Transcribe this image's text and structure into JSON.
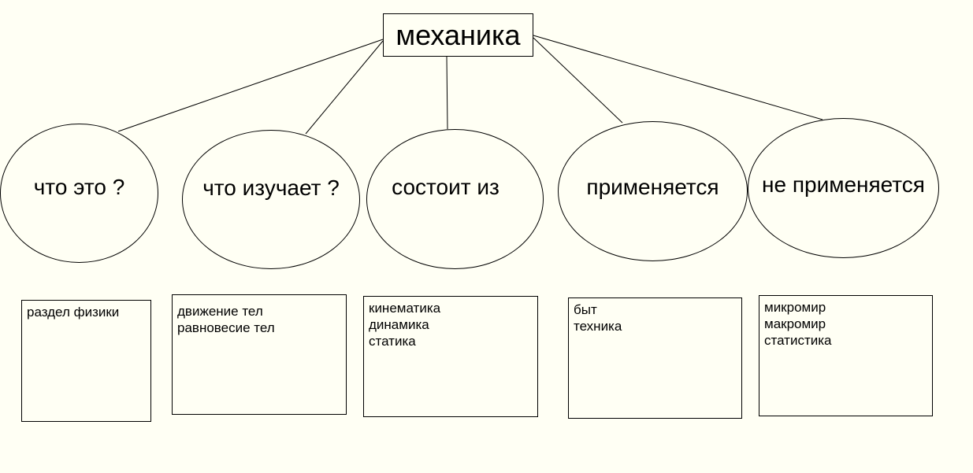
{
  "root": {
    "label": "механика"
  },
  "categories": [
    {
      "label": "что это ?",
      "items": [
        "раздел физики"
      ]
    },
    {
      "label": "что изучает ?",
      "items": [
        "движение тел",
        "равновесие тел"
      ]
    },
    {
      "label": "состоит из",
      "items": [
        "кинематика",
        "динамика",
        "статика"
      ]
    },
    {
      "label": "применяется",
      "items": [
        "быт",
        "техника"
      ]
    },
    {
      "label": "не применяется",
      "items": [
        "микромир",
        "макромир",
        "статистика"
      ]
    }
  ]
}
